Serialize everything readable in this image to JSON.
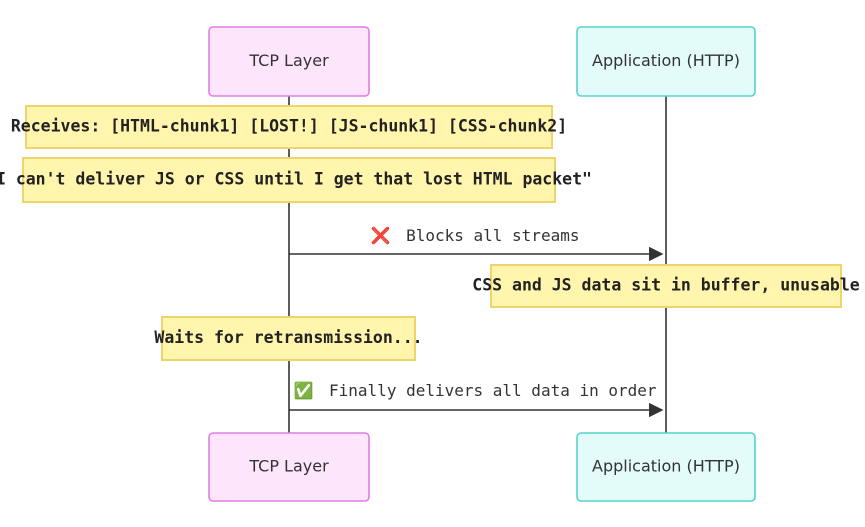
{
  "participants": {
    "tcp": {
      "label": "TCP Layer"
    },
    "app": {
      "label": "Application (HTTP)"
    }
  },
  "notes": [
    {
      "text": "Receives: [HTML-chunk1] [LOST!] [JS-chunk1] [CSS-chunk2]"
    },
    {
      "text": "\"I can't deliver JS or CSS until I get that lost HTML packet\""
    },
    {
      "text": "CSS and JS data sit in buffer, unusable"
    },
    {
      "text": "Waits for retransmission..."
    }
  ],
  "messages": [
    {
      "icon": "cross-mark-icon",
      "icon_glyph": "❌",
      "icon_color": "#e0332c",
      "text": "Blocks all streams"
    },
    {
      "icon": "check-mark-icon",
      "icon_glyph": "✅",
      "icon_color": "#3fae3a",
      "text": "Finally delivers all data in order"
    }
  ]
}
